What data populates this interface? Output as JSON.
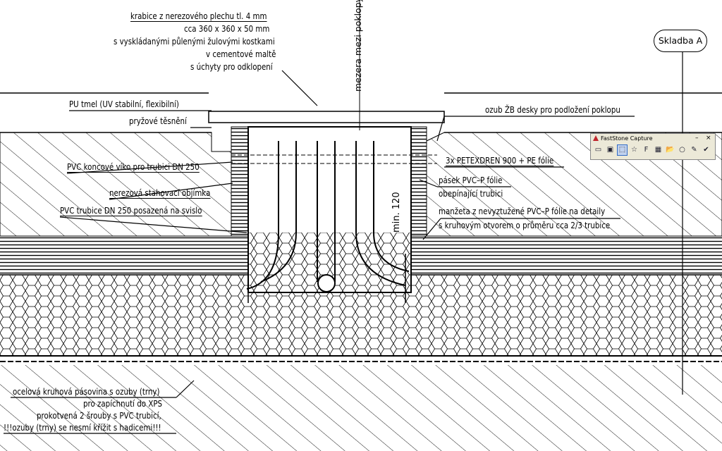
{
  "drawing": {
    "vertical_note": "mezera mezi poklopy!",
    "dimension": "min. 120",
    "section_tag": "Skladba A",
    "labels_left": [
      {
        "id": "pu",
        "text": "PU tmel (UV stabilní, flexibilní)"
      },
      {
        "id": "pryz",
        "text": "pryžové těsnění"
      },
      {
        "id": "vicko",
        "text": "PVC koncové víko pro trubici DN 250"
      },
      {
        "id": "objimka",
        "text": "nerezová stahovací objímka"
      },
      {
        "id": "trubice",
        "text": "PVC trubice DN 250 posazená na svislo"
      }
    ],
    "box_note": [
      "krabice z nerezového plechu tl. 4 mm",
      "cca 360 x 360 x 50 mm",
      "s vyskládanými půlenými žulovými kostkami",
      "v cementové maltě",
      "s úchyty pro odklopení"
    ],
    "labels_right": [
      {
        "id": "ozub",
        "text": "ozub ŽB desky pro podložení poklopu"
      },
      {
        "id": "petex",
        "text": "3x PETEXDREN 900 + PE fólie"
      },
      {
        "id": "pasek1",
        "text": "pásek PVC–P fólie"
      },
      {
        "id": "pasek2",
        "text": "obepínající trubici"
      },
      {
        "id": "manzeta1",
        "text": "manžeta z nevyztužené PVC–P fólie na detaily"
      },
      {
        "id": "manzeta2",
        "text": "s kruhovým otvorem o průměru cca 2/3 trubice"
      }
    ],
    "bottom_note": [
      "ocelová kruhová pásovina s ozuby (trny)",
      "pro zapíchnutí do XPS",
      "prokotvená 2 šrouby s PVC trubicí,",
      "!!!ozuby (trny) se nesmí křížit s hadicemi!!!"
    ]
  },
  "capture_toolbar": {
    "title": "FastStone Capture",
    "minimize": "–",
    "close": "×",
    "tools": [
      "▭",
      "▣",
      "⬚",
      "☆",
      "F",
      "▦",
      "📂",
      "○",
      "✎",
      "✔"
    ]
  }
}
